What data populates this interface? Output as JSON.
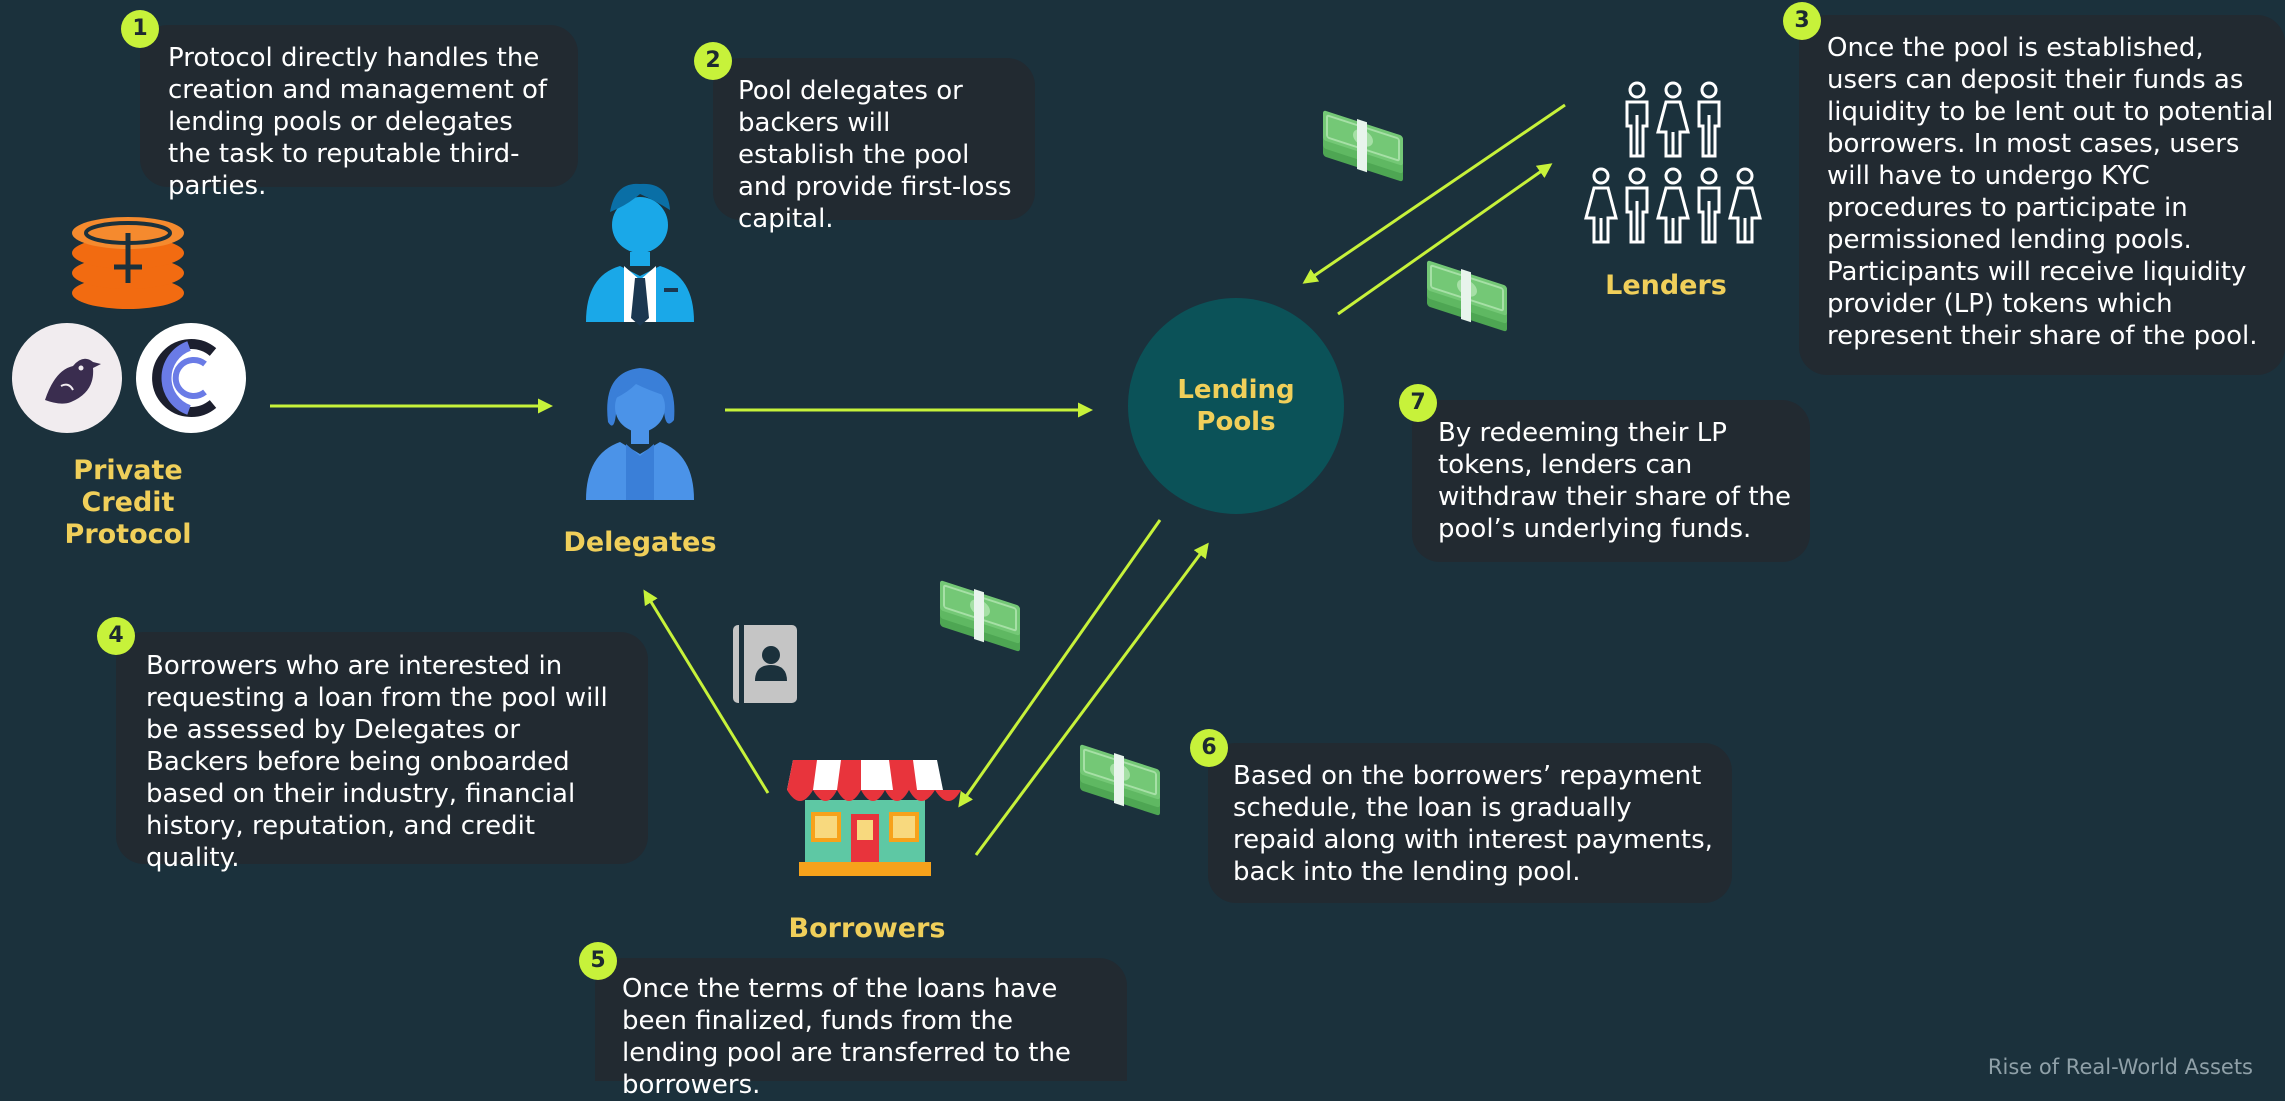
{
  "steps": [
    {
      "number": "1",
      "text": "Protocol directly handles the creation and management of lending pools or delegates the task to reputable third-parties."
    },
    {
      "number": "2",
      "text": "Pool delegates or backers will establish the pool and provide first-loss capital."
    },
    {
      "number": "3",
      "text": "Once the pool is established, users can deposit their funds as liquidity to be lent out to potential borrowers. In most cases, users will have to undergo KYC procedures to participate in permissioned lending pools. Participants will receive liquidity provider (LP) tokens which represent their share of the pool."
    },
    {
      "number": "4",
      "text": "Borrowers who are interested in requesting a loan from the pool will be assessed by Delegates or Backers before being onboarded based on their industry, financial history, reputation, and credit quality."
    },
    {
      "number": "5",
      "text": "Once the terms of the loans have been finalized, funds from the lending pool are transferred to the borrowers."
    },
    {
      "number": "6",
      "text": "Based on the borrowers’ repayment schedule, the loan is gradually repaid along with interest payments, back into the lending pool."
    },
    {
      "number": "7",
      "text": "By redeeming their LP tokens, lenders can withdraw their share of the pool’s underlying funds."
    }
  ],
  "nodes": {
    "protocol": "Private\nCredit\nProtocol",
    "delegates": "Delegates",
    "lending_pools": "Lending\nPools",
    "lenders": "Lenders",
    "borrowers": "Borrowers"
  },
  "footer": "Rise of Real-World Assets",
  "colors": {
    "background": "#1b313c",
    "box": "#222a31",
    "accent_green": "#c7f23a",
    "label_yellow": "#f0cf5a",
    "pool_teal": "#0b5258",
    "delegate_blue": "#1aa8e8",
    "cash_green": "#6cc36d"
  },
  "icons": [
    "protocol-coin-stack-icon",
    "bird-logo-icon",
    "c-logo-icon",
    "delegate-man-icon",
    "delegate-woman-icon",
    "lenders-people-icon",
    "borrower-shop-icon",
    "contact-card-icon",
    "cash-icon"
  ]
}
